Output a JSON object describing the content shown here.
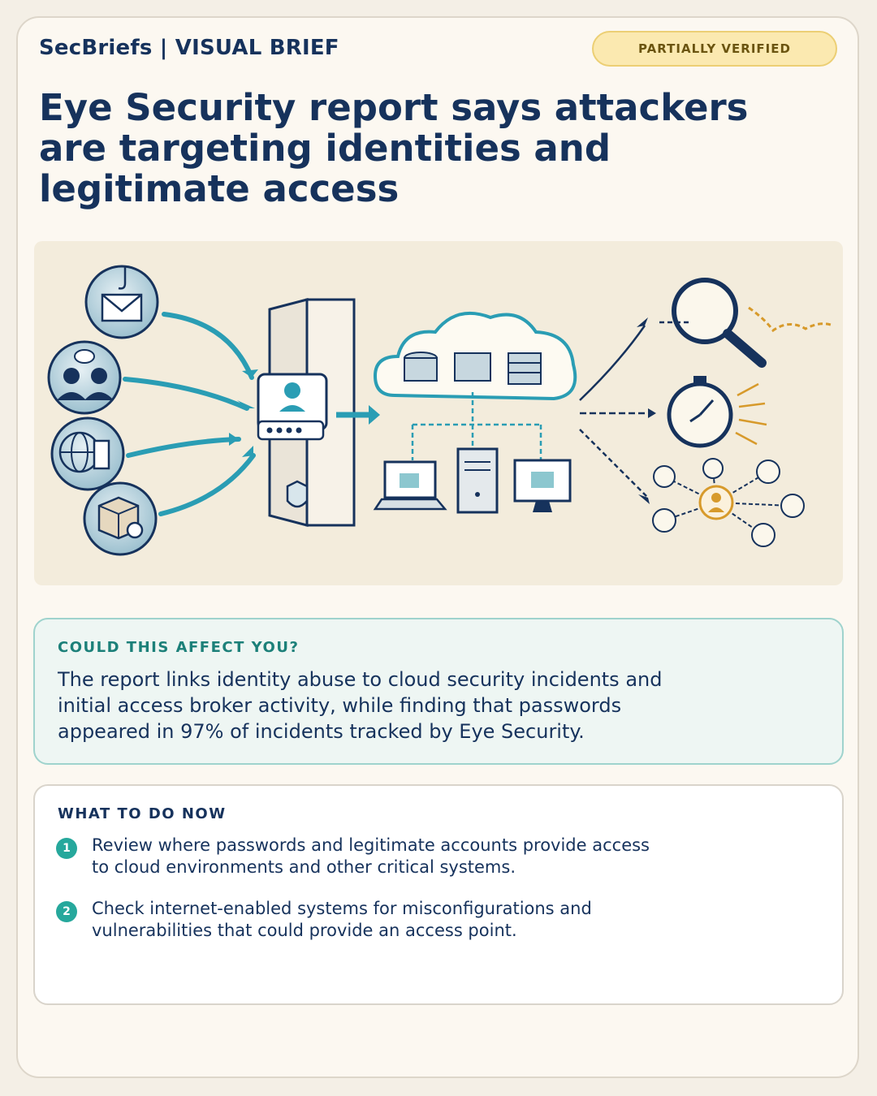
{
  "header": {
    "brand": "SecBriefs | VISUAL BRIEF",
    "badge": "PARTIALLY VERIFIED"
  },
  "title": "Eye Security report says attackers are targeting identities and legitimate access",
  "affect": {
    "heading": "COULD THIS AFFECT YOU?",
    "body": "The report links identity abuse to cloud security incidents and initial access broker activity, while finding that passwords appeared in 97% of incidents tracked by Eye Security."
  },
  "todo": {
    "heading": "WHAT TO DO NOW",
    "steps": [
      {
        "num": "1",
        "text": "Review where passwords and legitimate accounts provide access to cloud environments and other critical systems."
      },
      {
        "num": "2",
        "text": "Check internet-enabled systems for misconfigurations and vulnerabilities that could provide an access point."
      }
    ]
  },
  "colors": {
    "navy": "#16325c",
    "teal": "#26a89c",
    "badge_bg": "#fbe9b0",
    "accent_orange": "#d79a2b"
  },
  "illustration_icons": [
    "phishing-email-icon",
    "social-engineering-icon",
    "exposed-server-icon",
    "supply-chain-icon",
    "login-door-icon",
    "cloud-icon",
    "magnifier-icon",
    "stopwatch-icon",
    "network-people-icon"
  ]
}
